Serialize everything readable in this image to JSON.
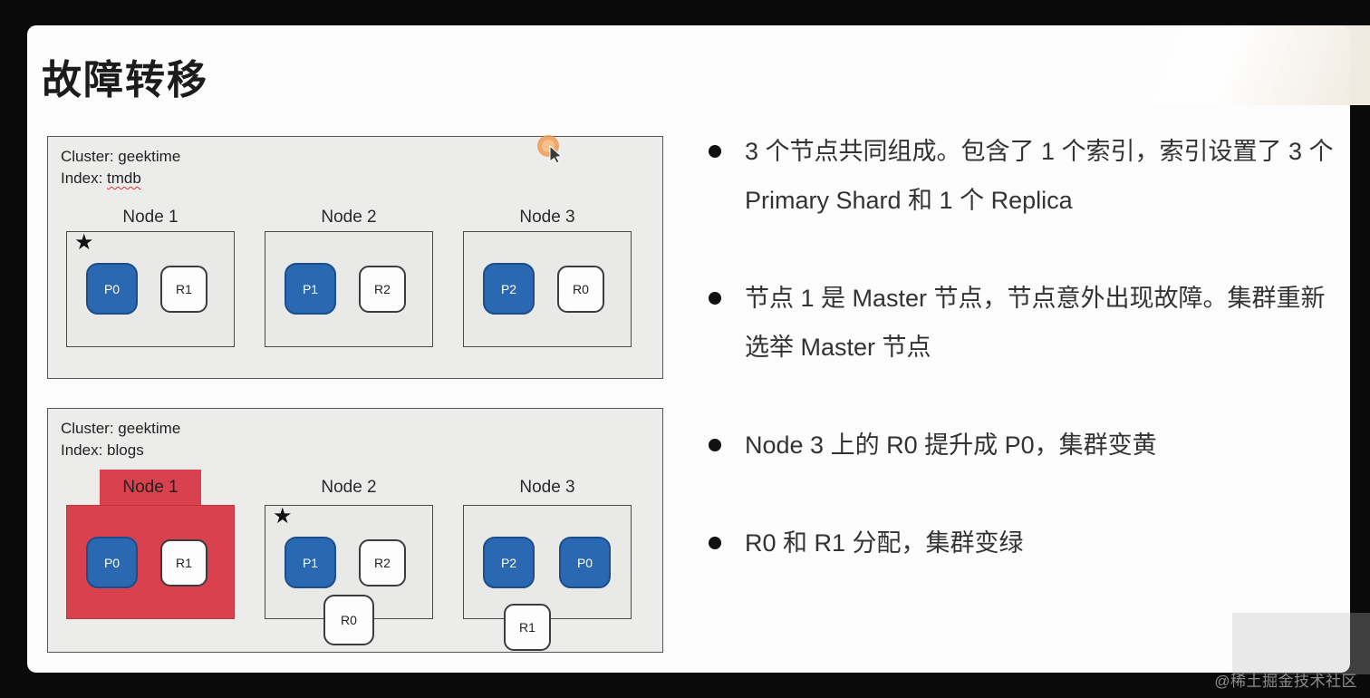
{
  "title": "故障转移",
  "icons": {
    "star": "★"
  },
  "watermark": "@稀土掘金技术社区",
  "colors": {
    "primary_shard": "#2a68b2",
    "replica_shard": "#fdfdfd",
    "failed_node": "#d8414d",
    "diagram_bg": "#ececeb",
    "spellcheck_underline": "#e03030"
  },
  "diagram_before": {
    "cluster_label": "Cluster: geektime",
    "index_prefix": "Index: ",
    "index_name": "tmdb",
    "nodes": [
      {
        "label": "Node 1",
        "master": true,
        "shards": [
          {
            "label": "P0",
            "type": "primary"
          },
          {
            "label": "R1",
            "type": "replica"
          }
        ]
      },
      {
        "label": "Node 2",
        "master": false,
        "shards": [
          {
            "label": "P1",
            "type": "primary"
          },
          {
            "label": "R2",
            "type": "replica"
          }
        ]
      },
      {
        "label": "Node 3",
        "master": false,
        "shards": [
          {
            "label": "P2",
            "type": "primary"
          },
          {
            "label": "R0",
            "type": "replica"
          }
        ]
      }
    ]
  },
  "diagram_after": {
    "cluster_label": "Cluster: geektime",
    "index_prefix": "Index: ",
    "index_name": "blogs",
    "nodes": [
      {
        "label": "Node 1",
        "failed": true,
        "master": false,
        "shards": [
          {
            "label": "P0",
            "type": "primary"
          },
          {
            "label": "R1",
            "type": "replica"
          }
        ]
      },
      {
        "label": "Node 2",
        "failed": false,
        "master": true,
        "shards": [
          {
            "label": "P1",
            "type": "primary"
          },
          {
            "label": "R2",
            "type": "replica"
          }
        ],
        "pending_shard": {
          "label": "R0",
          "type": "replica"
        }
      },
      {
        "label": "Node 3",
        "failed": false,
        "master": false,
        "shards": [
          {
            "label": "P2",
            "type": "primary"
          },
          {
            "label": "P0",
            "type": "primary"
          }
        ],
        "pending_shard": {
          "label": "R1",
          "type": "replica"
        }
      }
    ]
  },
  "bullets": [
    "3 个节点共同组成。包含了 1 个索引，索引设置了 3 个 Primary Shard 和 1 个 Replica",
    "节点 1 是 Master 节点，节点意外出现故障。集群重新选举 Master 节点",
    "Node 3 上的 R0 提升成 P0，集群变黄",
    "R0 和 R1 分配，集群变绿"
  ]
}
